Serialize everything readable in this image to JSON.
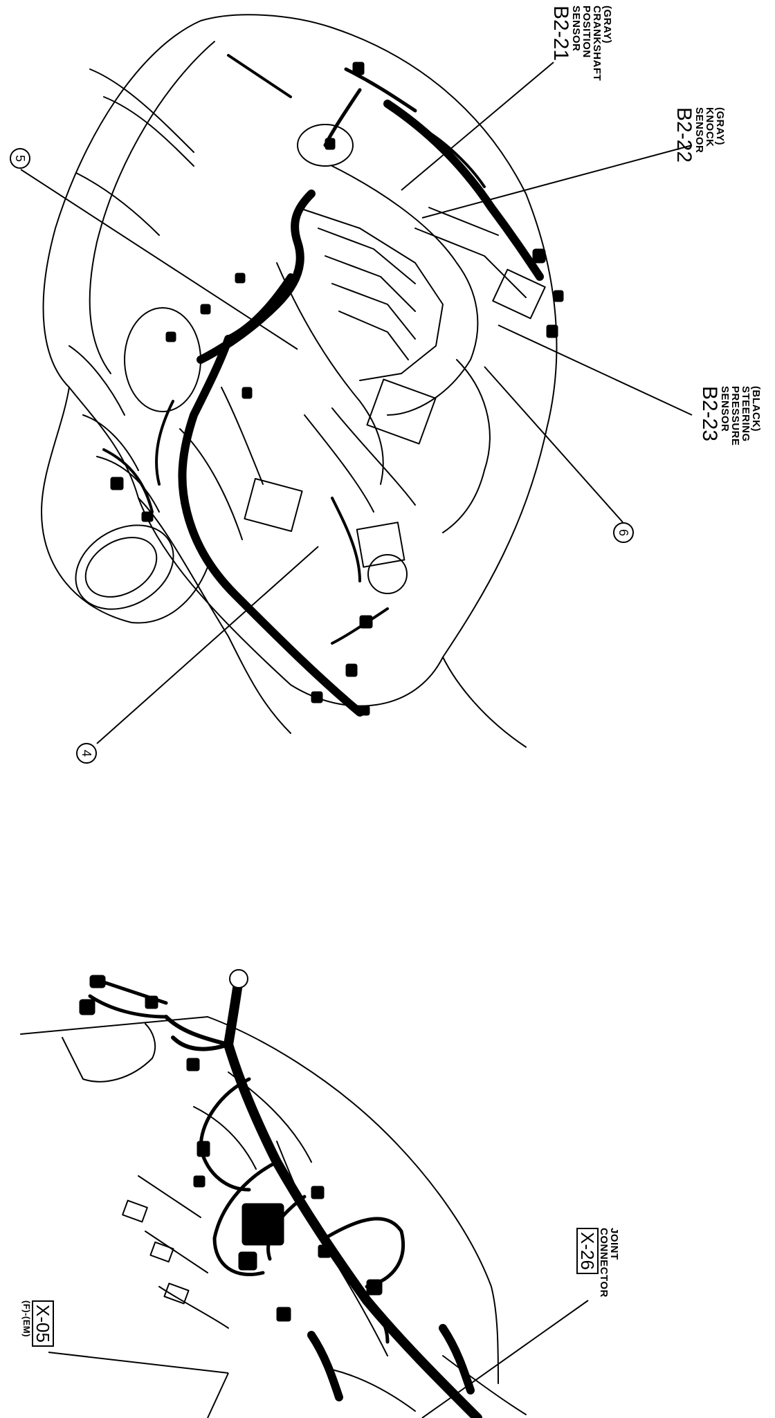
{
  "labels": {
    "b2_21": {
      "lines": [
        "(GRAY)",
        "CRANKSHAFT",
        "POSITION",
        "SENSOR"
      ],
      "code": "B2-21"
    },
    "b2_22": {
      "lines": [
        "(GRAY)",
        "KNOCK",
        "SENSOR"
      ],
      "code": "B2-22"
    },
    "b2_23": {
      "lines": [
        "(BLACK)",
        "STEERING",
        "PRESSURE",
        "SENSOR"
      ],
      "code": "B2-23"
    },
    "x_26": {
      "lines": [
        "JOINT",
        "CONNECTOR"
      ],
      "code": "X-26"
    },
    "x_05": {
      "code": "X-05",
      "sub": "(F)-(EM)"
    }
  },
  "callouts": {
    "c5": "5",
    "c6": "6",
    "c4": "4"
  },
  "colors": {
    "ink": "#000000",
    "paper": "#ffffff"
  }
}
